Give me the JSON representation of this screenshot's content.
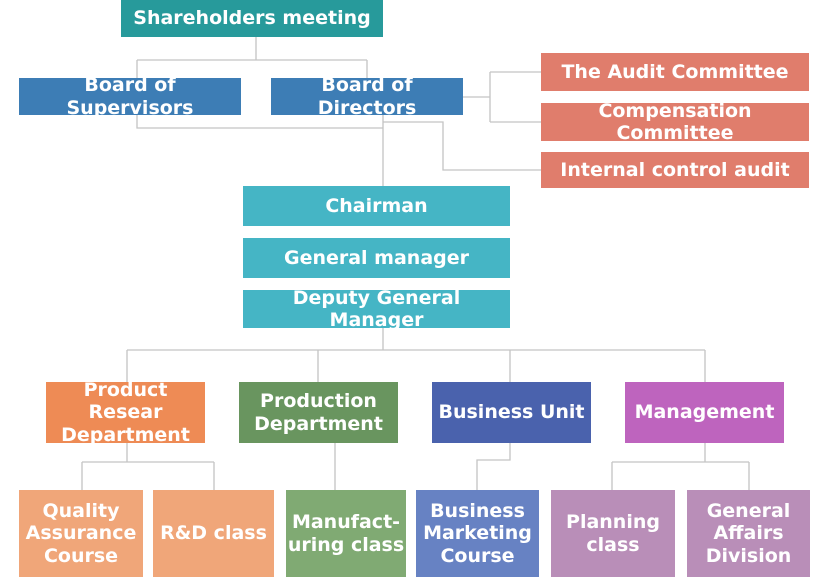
{
  "colors": {
    "top": "#279a9b",
    "board": "#3d7db5",
    "committee": "#e07d6c",
    "exec": "#45b5c5",
    "product_research": "#ee8b55",
    "product_research_sub": "#f0a679",
    "production": "#69955f",
    "production_sub": "#80aa73",
    "business": "#4a62ad",
    "business_sub": "#6782c3",
    "management": "#be64be",
    "management_sub": "#b98eb8",
    "connector": "#c4c4c4"
  },
  "nodes": {
    "shareholders": "Shareholders meeting",
    "supervisors": "Board of Supervisors",
    "directors": "Board of Directors",
    "audit_committee": "The Audit Committee",
    "compensation_committee": "Compensation Committee",
    "internal_control": "Internal control audit",
    "chairman": "Chairman",
    "general_manager": "General manager",
    "deputy_general_manager": "Deputy General Manager",
    "product_research": "Product Resear\nDepartment",
    "production": "Production\nDepartment",
    "business_unit": "Business Unit",
    "management": "Management",
    "quality_assurance": "Quality\nAssurance\nCourse",
    "rd_class": "R&D class",
    "manufacturing": "Manufact-\nuring class",
    "business_marketing": "Business\nMarketing\nCourse",
    "planning": "Planning\nclass",
    "general_affairs": "General\nAffairs\nDivision"
  }
}
